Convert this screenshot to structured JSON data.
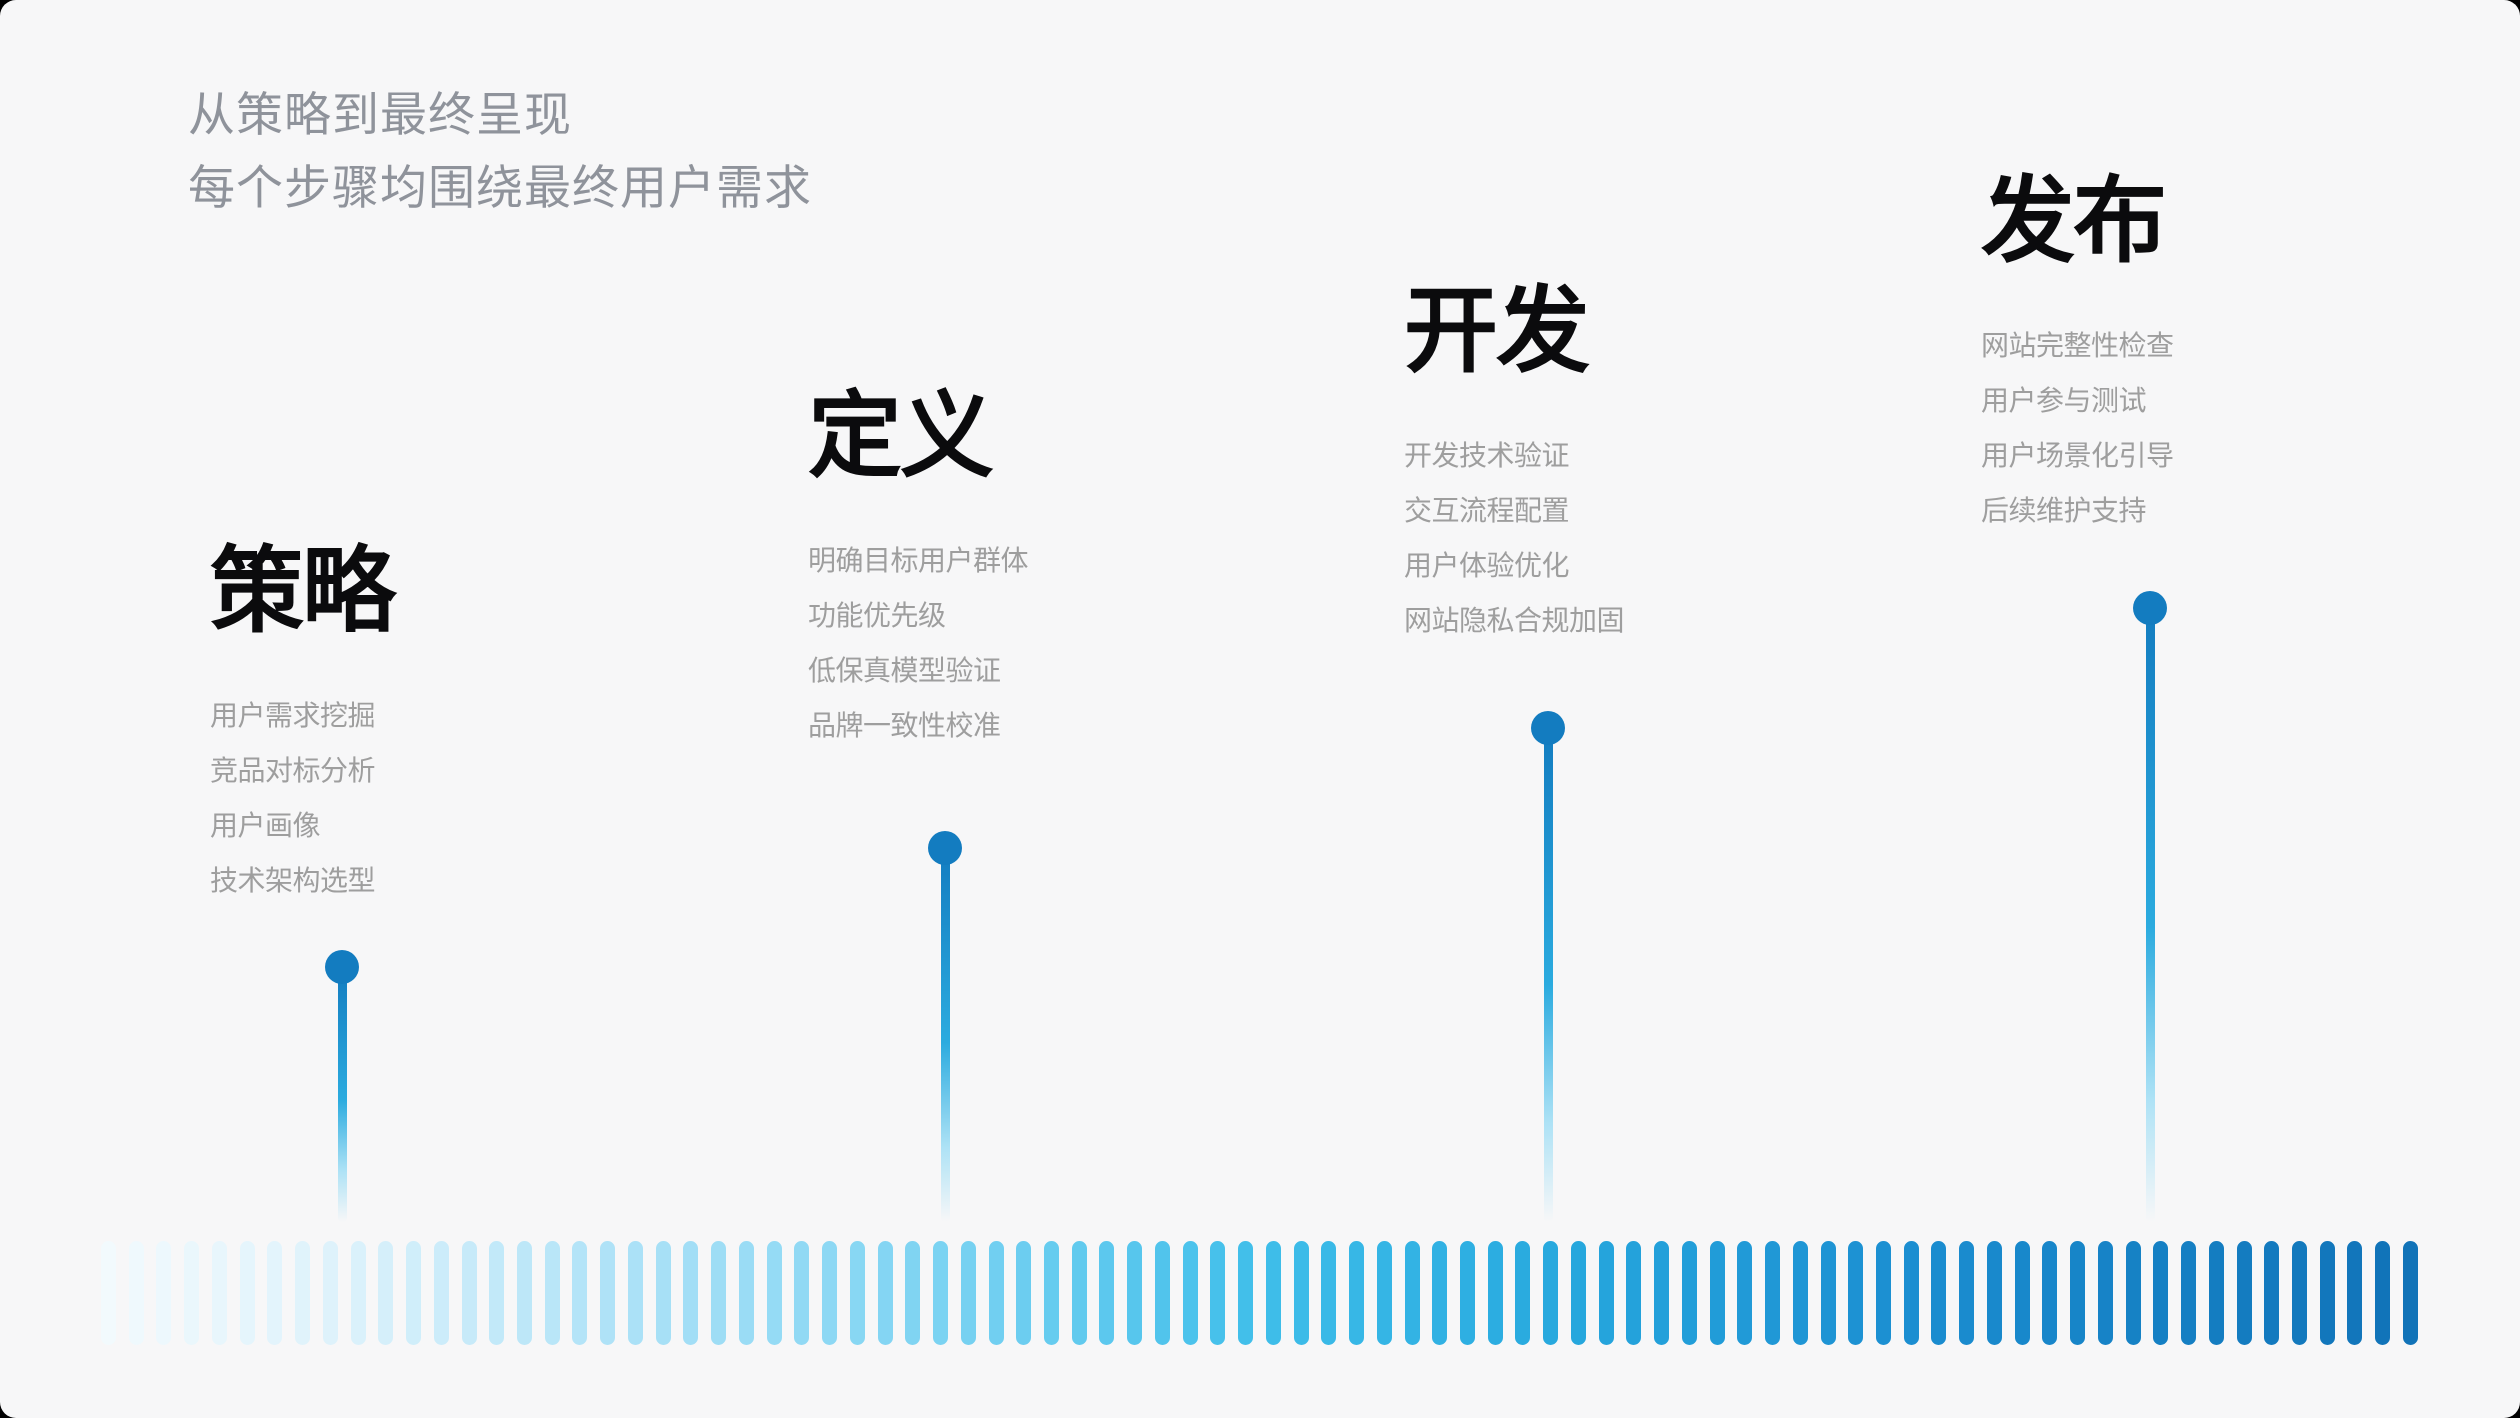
{
  "header": {
    "line1": "从策略到最终呈现",
    "line2": "每个步骤均围绕最终用户需求"
  },
  "stages": [
    {
      "title": "策略",
      "items": [
        "用户需求挖掘",
        "竞品对标分析",
        "用户画像",
        "技术架构选型"
      ]
    },
    {
      "title": "定义",
      "items": [
        "明确目标用户群体",
        "功能优先级",
        "低保真模型验证",
        "品牌一致性校准"
      ]
    },
    {
      "title": "开发",
      "items": [
        "开发技术验证",
        "交互流程配置",
        "用户体验优化",
        "网站隐私合规加固"
      ]
    },
    {
      "title": "发布",
      "items": [
        "网站完整性检查",
        "用户参与测试",
        "用户场景化引导",
        "后续维护支持"
      ]
    }
  ],
  "colors": {
    "background": "#f7f7f8",
    "header_text": "#8f939b",
    "title_text": "#0b0b0d",
    "item_text": "#9e9e9e",
    "dot": "#137cc0",
    "stem_top": "#137cc0",
    "stem_mid": "#2babdf"
  },
  "decoration": {
    "bar_count": 84,
    "bar_gradient_stops": [
      {
        "t": 0.0,
        "color": "#f2fafd"
      },
      {
        "t": 0.1,
        "color": "#ddf2fb"
      },
      {
        "t": 0.22,
        "color": "#aee2f7"
      },
      {
        "t": 0.36,
        "color": "#7cd3f2"
      },
      {
        "t": 0.5,
        "color": "#3fbeea"
      },
      {
        "t": 0.63,
        "color": "#27a8de"
      },
      {
        "t": 0.78,
        "color": "#1b8ed1"
      },
      {
        "t": 0.9,
        "color": "#157fc3"
      },
      {
        "t": 1.0,
        "color": "#1173b8"
      }
    ]
  }
}
